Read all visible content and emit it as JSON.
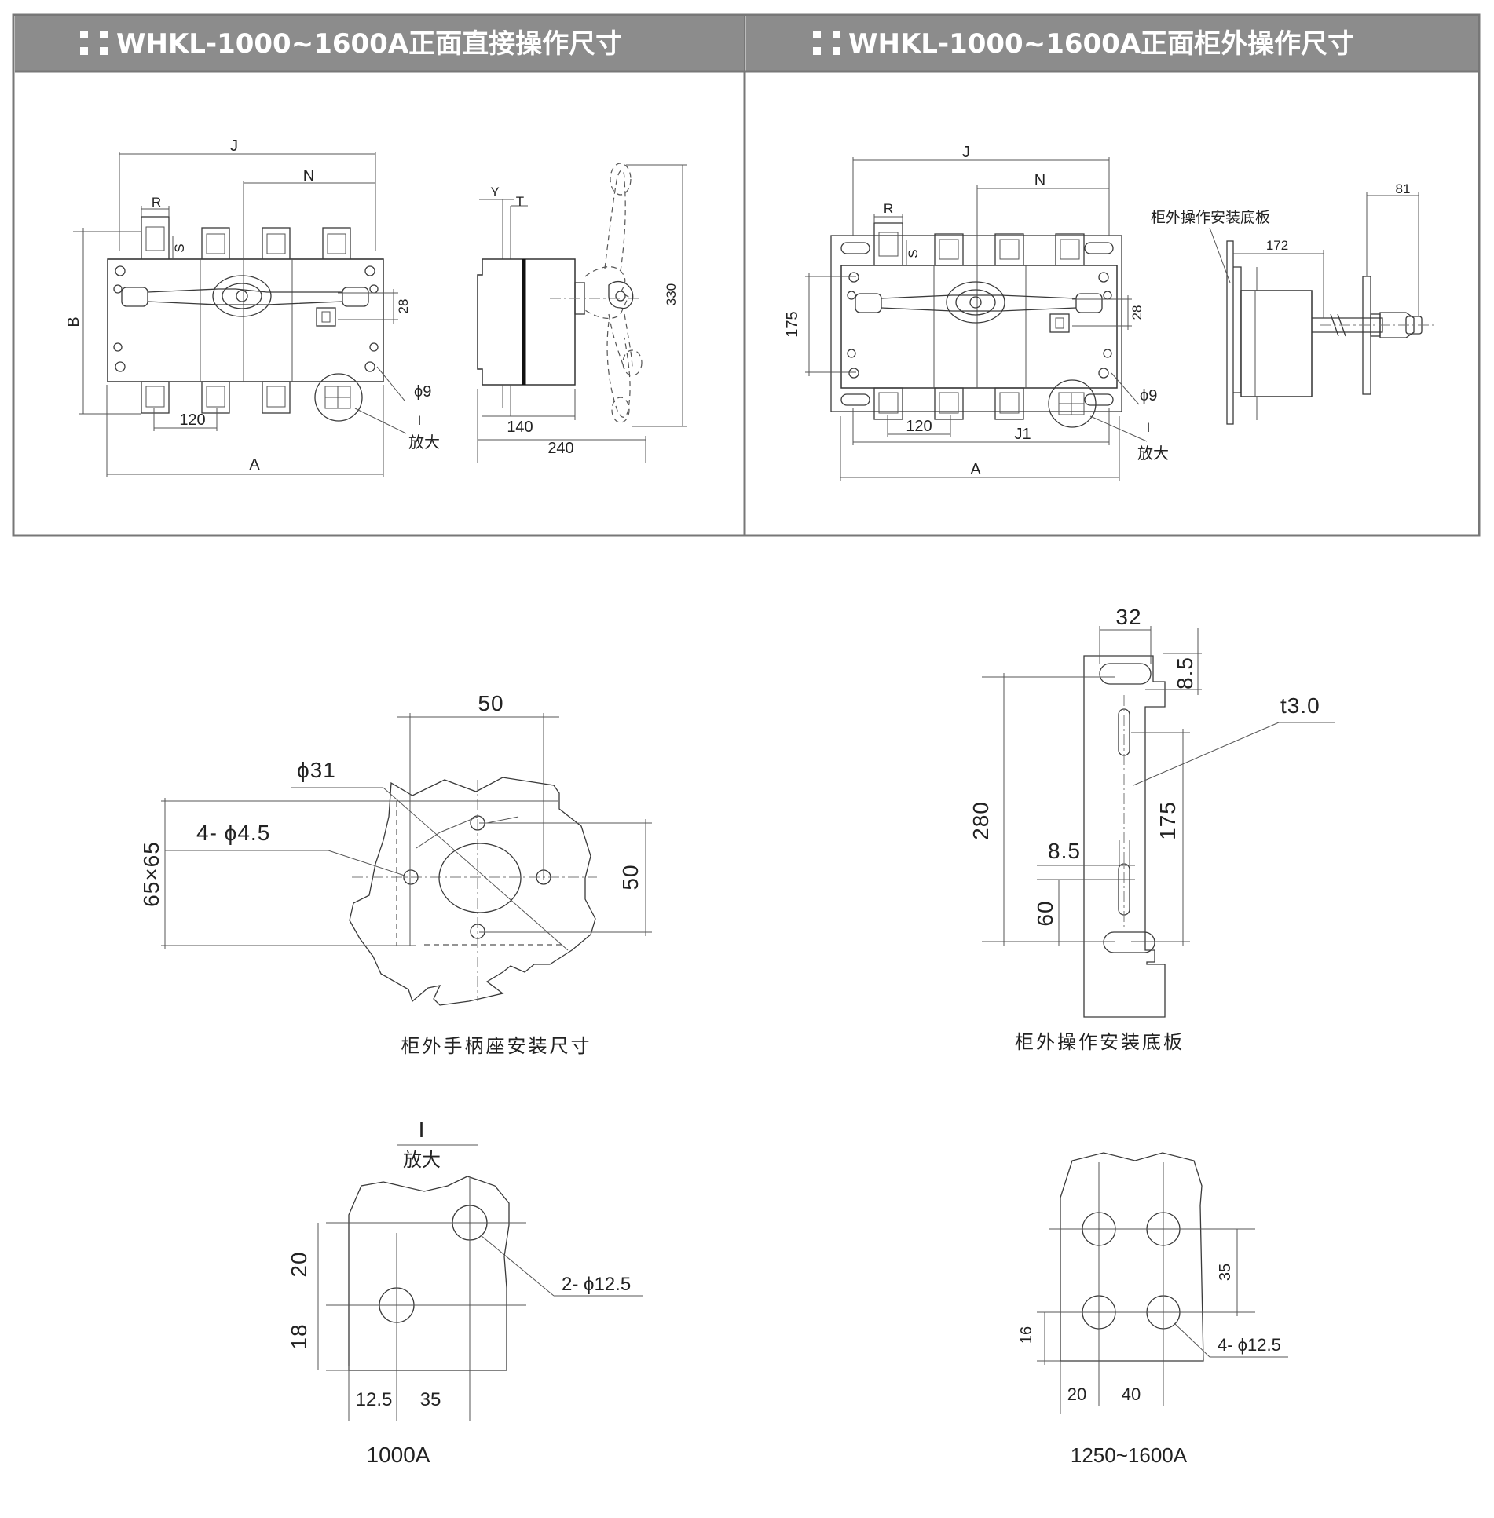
{
  "header": {
    "left_title": "WHKL-1000~1600A正面直接操作尺寸",
    "right_title": "WHKL-1000~1600A正面柜外操作尺寸"
  },
  "front_direct": {
    "labels": {
      "J": "J",
      "N": "N",
      "R": "R",
      "S": "S",
      "B": "B",
      "A": "A",
      "d120": "120",
      "d28": "28",
      "phi9": "ϕ9",
      "I": "I",
      "enlarge": "放大"
    },
    "side": {
      "Y": "Y",
      "T": "T",
      "d330": "330",
      "d140": "140",
      "d240": "240"
    }
  },
  "front_cabinet": {
    "labels": {
      "J": "J",
      "N": "N",
      "R": "R",
      "S": "S",
      "d175": "175",
      "d28": "28",
      "d120": "120",
      "J1": "J1",
      "A": "A",
      "phi9": "ϕ9",
      "I": "I",
      "enlarge": "放大"
    },
    "side": {
      "plate_label": "柜外操作安装底板",
      "d172": "172",
      "d81": "81"
    }
  },
  "handle_base": {
    "d50_top": "50",
    "phi31": "ϕ31",
    "holes": "4- ϕ4.5",
    "d65": "65×65",
    "d50_right": "50",
    "caption": "柜外手柄座安装尺寸"
  },
  "mount_plate": {
    "d32": "32",
    "d85_top": "8.5",
    "t30": "t3.0",
    "d280": "280",
    "d175": "175",
    "d85_mid": "8.5",
    "d60": "60",
    "caption": "柜外操作安装底板"
  },
  "detail_1000": {
    "I": "I",
    "enlarge": "放大",
    "d20": "20",
    "d18": "18",
    "holes": "2- ϕ12.5",
    "d125": "12.5",
    "d35": "35",
    "caption": "1000A"
  },
  "detail_1600": {
    "d35": "35",
    "d16": "16",
    "holes": "4- ϕ12.5",
    "d20": "20",
    "d40": "40",
    "caption": "1250~1600A"
  }
}
